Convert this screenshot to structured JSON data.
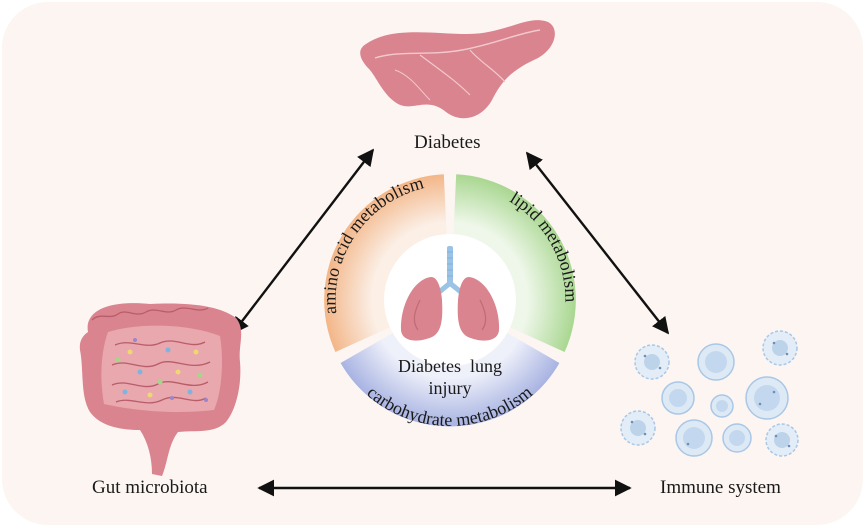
{
  "nodes": {
    "diabetes": {
      "label": "Diabetes",
      "icon": "pancreas-icon"
    },
    "gut": {
      "label": "Gut microbiota",
      "icon": "intestine-icon"
    },
    "immune": {
      "label": "Immune system",
      "icon": "immune-cells-icon"
    }
  },
  "center": {
    "line1": "Diabetes  lung",
    "line2": "injury",
    "icon": "lungs-icon"
  },
  "ring_segments": [
    {
      "label": "amino acid metabolism",
      "color_inner": "#f8ece2",
      "color_outer": "#f3b889"
    },
    {
      "label": "lipid metabolism",
      "color_inner": "#edf6e8",
      "color_outer": "#a9d68f"
    },
    {
      "label": "carbohydrate metabolism",
      "color_inner": "#eef0f9",
      "color_outer": "#a8b3e2"
    }
  ],
  "colors": {
    "background_panel": "#fcf5f2",
    "organ_pink": "#d9848e",
    "cell_blue": "#c9dcf0",
    "arrow": "#111111"
  }
}
